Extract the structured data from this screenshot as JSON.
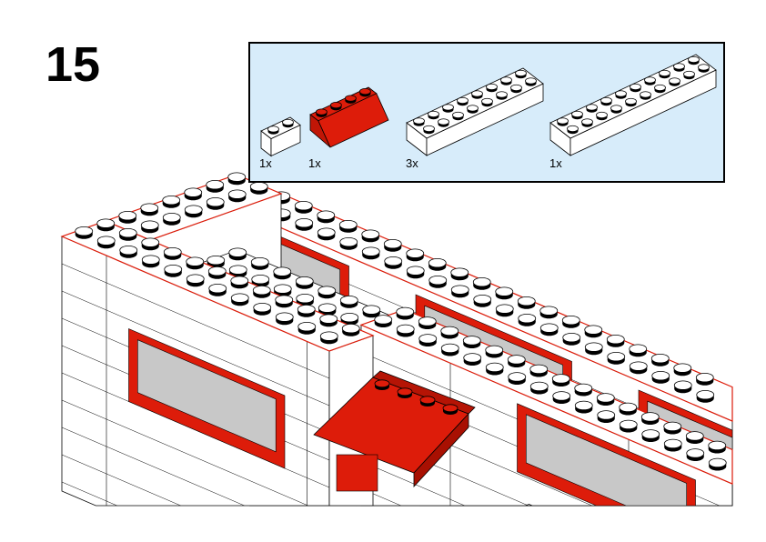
{
  "step": {
    "number": "15"
  },
  "parts_list": {
    "items": [
      {
        "qty": "1x",
        "color": "#ffffff",
        "length": 2,
        "width": 1,
        "kind": "brick"
      },
      {
        "qty": "1x",
        "color": "#dd1c0a",
        "length": 4,
        "width": 2,
        "kind": "slope"
      },
      {
        "qty": "3x",
        "color": "#ffffff",
        "length": 8,
        "width": 2,
        "kind": "brick"
      },
      {
        "qty": "1x",
        "color": "#ffffff",
        "length": 10,
        "width": 2,
        "kind": "brick"
      }
    ]
  },
  "colors": {
    "red": "#dd1c0a",
    "glass": "#c8c8c8",
    "panel": "#d7ecfa"
  }
}
